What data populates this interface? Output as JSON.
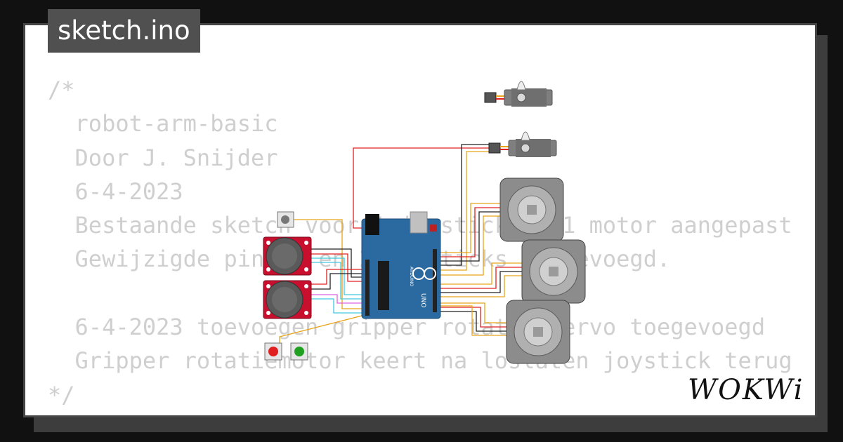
{
  "header": {
    "filename": "sketch.ino"
  },
  "code": {
    "lines": [
      "/*",
      "  robot-arm-basic",
      "  Door J. Snijder",
      "  6-4-2023",
      "  Bestaande sketch voor 1 joystick en 1 motor aangepast",
      "  Gewijzigde pinnen en 2 joysticks toegevoegd.",
      "",
      "  6-4-2023 toevoegen gripper rotatie servo toegevoegd",
      "  Gripper rotatiemotor keert na loslaten joystick terug",
      "*/"
    ]
  },
  "brand": {
    "logo_text": "WOKWi"
  },
  "board": {
    "model_label": "UNO",
    "brand_label": "ARDUINO"
  },
  "colors": {
    "background": "#111111",
    "card": "#ffffff",
    "tab": "#505050",
    "code_text": "#cfcfcf",
    "board_blue": "#2a6aa0",
    "joystick_red": "#c8102e",
    "motor_gray": "#8c8c8c"
  }
}
